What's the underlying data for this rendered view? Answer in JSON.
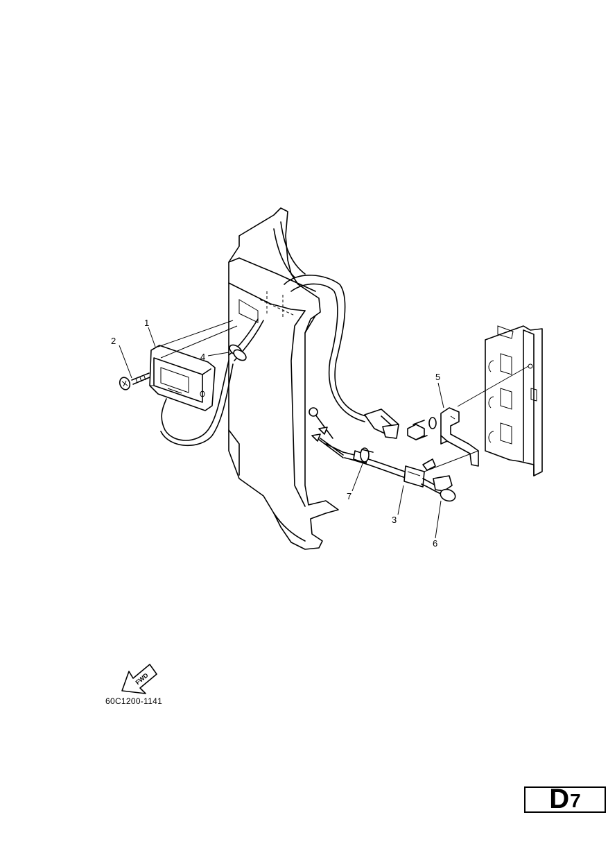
{
  "callouts": {
    "c1": "1",
    "c2": "2",
    "c3": "3",
    "c4": "4",
    "c5": "5",
    "c6": "6",
    "c7": "7"
  },
  "fwd_label": "FWD",
  "drawing_code": "60C1200-1141",
  "page_id": {
    "letter": "D",
    "number": "7"
  }
}
